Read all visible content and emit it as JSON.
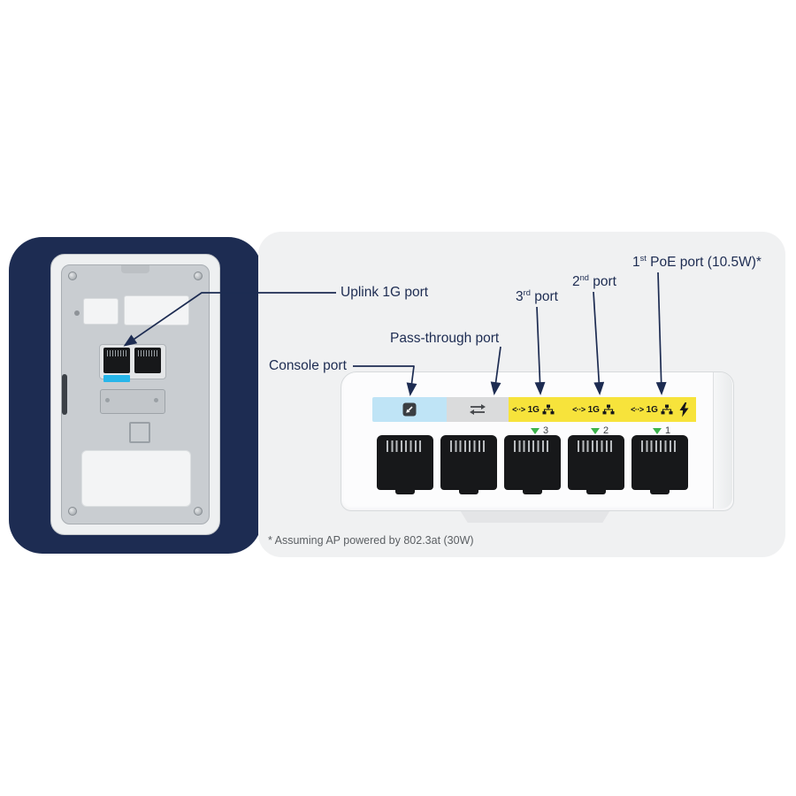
{
  "diagram": {
    "callouts": {
      "uplink": "Uplink 1G port",
      "passthrough": "Pass-through port",
      "console": "Console port",
      "third": {
        "num": "3",
        "sup": "rd",
        "rest": " port"
      },
      "second": {
        "num": "2",
        "sup": "nd",
        "rest": " port"
      },
      "first": {
        "num": "1",
        "sup": "st",
        "rest": " PoE port (10.5W)*"
      }
    },
    "footnote": "* Assuming AP powered by 802.3at (30W)",
    "port_strip": {
      "data_glyph": "<··>",
      "speed": "1G",
      "port_numbers": [
        "3",
        "2",
        "1"
      ]
    },
    "icons": {
      "console": "console-icon",
      "passthrough": "pass-through-icon",
      "lan": "lan-icon",
      "poe": "lightning-icon",
      "link": "green-triangle-icon"
    },
    "colors": {
      "navy": "#1d2c52",
      "light_panel": "#f0f1f2",
      "console_blue": "#bfe4f6",
      "passthrough_gray": "#dadbdc",
      "poe_yellow": "#f7e33b",
      "green": "#3db24b",
      "cyan_label": "#27b6ea"
    }
  }
}
